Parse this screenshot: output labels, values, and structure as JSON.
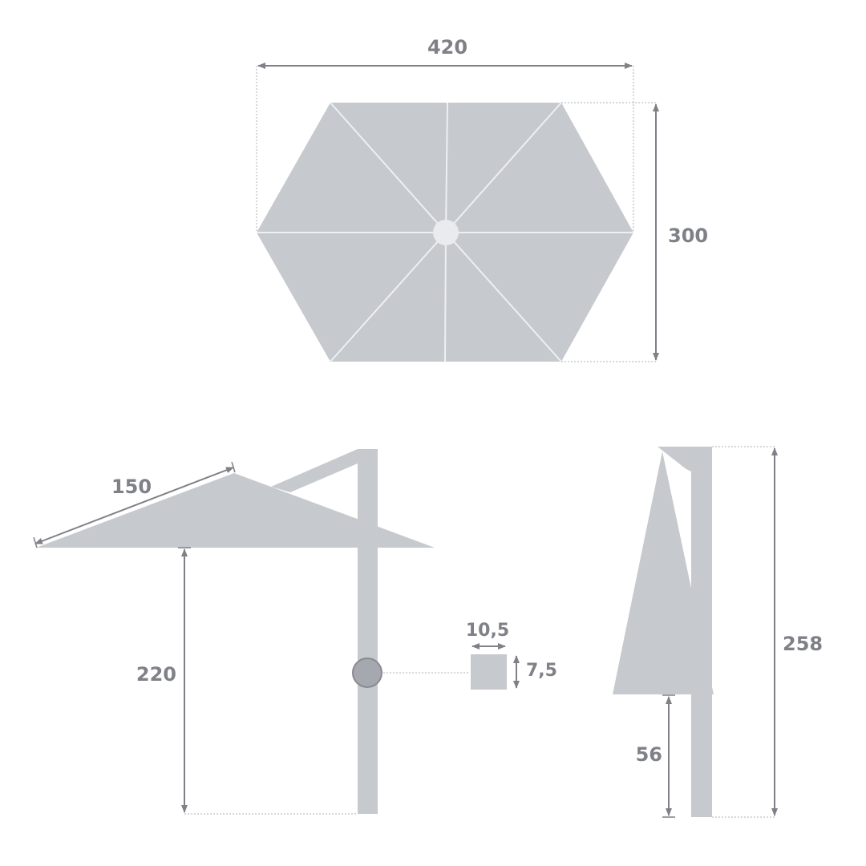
{
  "colors": {
    "canopy": "#c6c9cd",
    "rib": "#eef0f2",
    "hub": "#e9ebee",
    "dimension": "#7f8187",
    "guide": "#aeb1b6",
    "joint_fill": "#a5a8ae",
    "joint_stroke": "#888b91"
  },
  "dimensions": {
    "top_width": "420",
    "top_depth": "300",
    "arm_length": "150",
    "clearance_height": "220",
    "pole_width": "10,5",
    "pole_depth": "7,5",
    "total_height": "258",
    "base_height": "56"
  }
}
